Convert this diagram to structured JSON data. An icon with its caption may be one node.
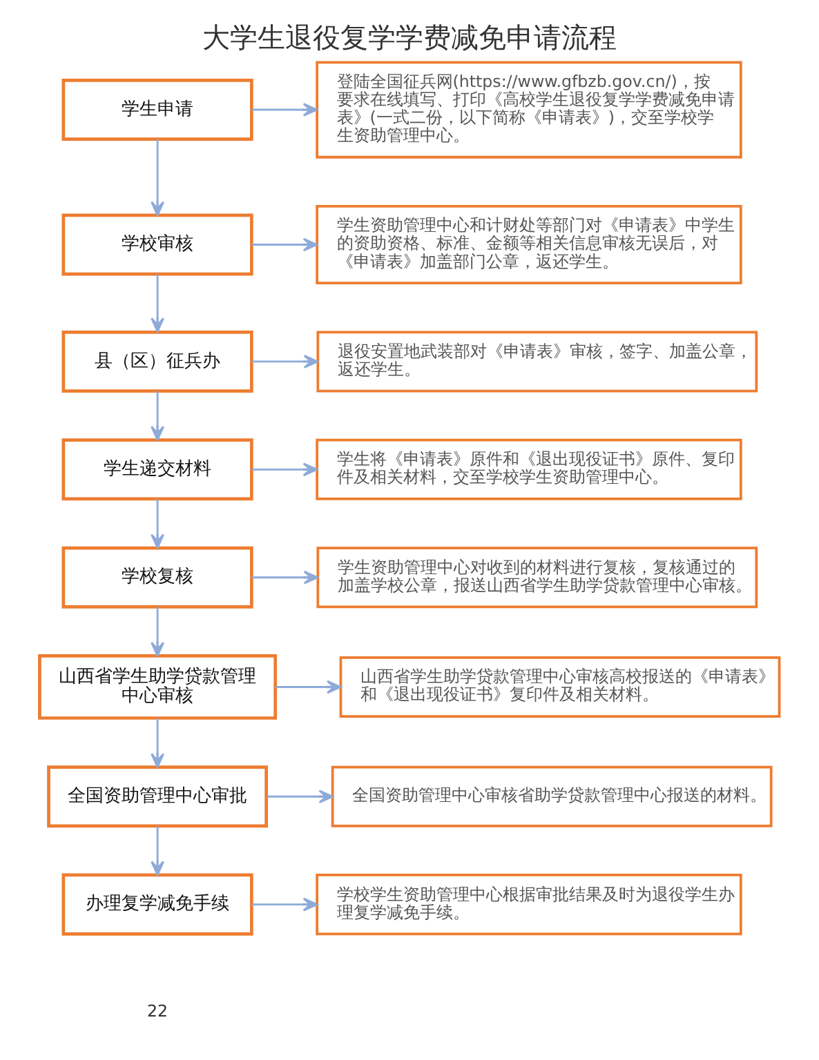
{
  "diagram": {
    "title": "大学生退役复学学费减免申请流程",
    "nodes": [
      {
        "text": [
          "学生申请"
        ]
      },
      {
        "text": [
          "登陆全国征兵网(https://www.gfbzb.gov.cn/)，按要求在线填写、打印《高校学生退役复学学费减免申请表》(一式二份，以下简称《申请表》)，交至学校学生资助管理中心。"
        ]
      },
      {
        "text": [
          "学校审核"
        ]
      },
      {
        "text": [
          "学生资助管理中心和计财处等部门对《申请表》中学生的资助资格、标准、金额等相关信息审核无误后，对《申请表》加盖部门公章，返还学生。"
        ]
      },
      {
        "text": [
          "县（区）征兵办"
        ]
      },
      {
        "text": [
          "退役安置地武装部对《申请表》审核，签字、加盖公章，返还学生。"
        ]
      },
      {
        "text": [
          "学生递交材料"
        ]
      },
      {
        "text": [
          "学生将《申请表》原件和《退出现役证书》原件、复印件及相关材料，交至学校学生资助管理中心。"
        ]
      },
      {
        "text": [
          "学校复核"
        ]
      },
      {
        "text": [
          "学生资助管理中心对收到的材料进行复核，复核通过的加盖学校公章，报送山西省学生助学贷款管理中心审核。"
        ]
      },
      {
        "text": [
          "山西省学生助学贷款管理中心审核"
        ]
      },
      {
        "text": [
          "山西省学生助学贷款管理中心审核高校报送的《申请表》和《退出现役证书》复印件及相关材料。"
        ]
      },
      {
        "text": [
          "全国资助管理中心审批"
        ]
      },
      {
        "text": [
          "全国资助管理中心审核省助学贷款管理中心报送的材料。"
        ]
      },
      {
        "text": [
          "办理复学减免手续"
        ]
      },
      {
        "text": [
          "学校学生资助管理中心根据审批结果及时为退役学生办理复学减免手续。"
        ]
      }
    ],
    "edges": [
      {
        "from": 0,
        "to": 1,
        "arrow": "to"
      },
      {
        "from": 0,
        "to": 2,
        "arrow": "to"
      },
      {
        "from": 2,
        "to": 3,
        "arrow": "to"
      },
      {
        "from": 2,
        "to": 4,
        "arrow": "to"
      },
      {
        "from": 4,
        "to": 5,
        "arrow": "to"
      },
      {
        "from": 4,
        "to": 6,
        "arrow": "to"
      },
      {
        "from": 6,
        "to": 7,
        "arrow": "to"
      },
      {
        "from": 6,
        "to": 8,
        "arrow": "to"
      },
      {
        "from": 8,
        "to": 9,
        "arrow": "to"
      },
      {
        "from": 8,
        "to": 10,
        "arrow": "to"
      },
      {
        "from": 10,
        "to": 11,
        "arrow": "to"
      },
      {
        "from": 10,
        "to": 12,
        "arrow": "to"
      },
      {
        "from": 12,
        "to": 13,
        "arrow": "to"
      },
      {
        "from": 12,
        "to": 14,
        "arrow": "to"
      },
      {
        "from": 14,
        "to": 15,
        "arrow": "to"
      }
    ],
    "labels": [
      "22"
    ]
  }
}
